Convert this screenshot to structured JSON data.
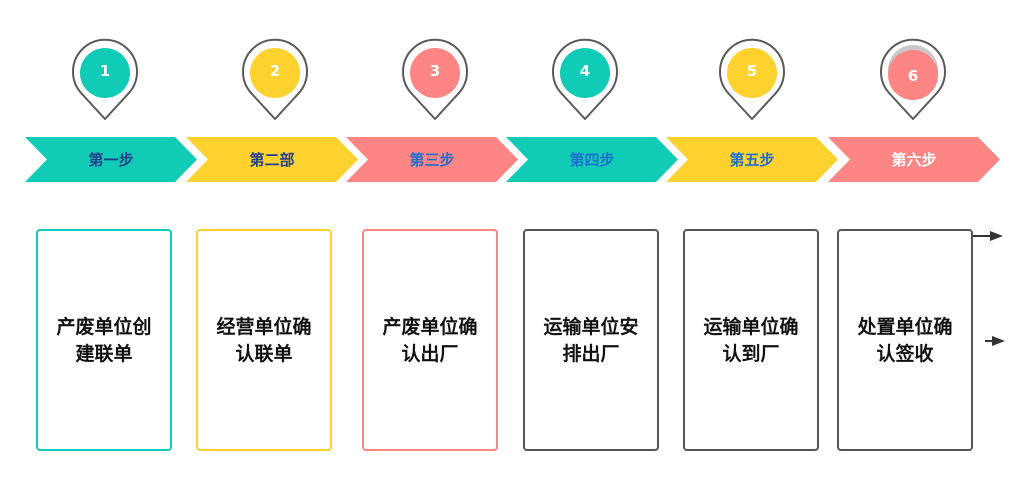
{
  "colors": {
    "teal": "#10cbb5",
    "yellow": "#fdd22f",
    "red": "#fd8583",
    "gray": "#555555"
  },
  "steps": [
    {
      "num": "1",
      "label": "第一步",
      "text": "产废单位创建联单",
      "color": "#10cbb5",
      "label_color": "#23408e",
      "box_border": "#10cbb5"
    },
    {
      "num": "2",
      "label": "第二部",
      "text": "经营单位确认联单",
      "color": "#fdd22f",
      "label_color": "#23408e",
      "box_border": "#fdd22f"
    },
    {
      "num": "3",
      "label": "第三步",
      "text": "产废单位确认出厂",
      "color": "#fd8583",
      "label_color": "#1e6fd0",
      "box_border": "#fd8583"
    },
    {
      "num": "4",
      "label": "第四步",
      "text": "运输单位安排出厂",
      "color": "#10cbb5",
      "label_color": "#1e6fd0",
      "box_border": "#555555"
    },
    {
      "num": "5",
      "label": "第五步",
      "text": "运输单位确认到厂",
      "color": "#fdd22f",
      "label_color": "#1e6fd0",
      "box_border": "#555555"
    },
    {
      "num": "6",
      "label": "第六步",
      "text": "处置单位确认签收",
      "color": "#fd8583",
      "label_color": "#ffffff",
      "box_border": "#555555"
    }
  ]
}
